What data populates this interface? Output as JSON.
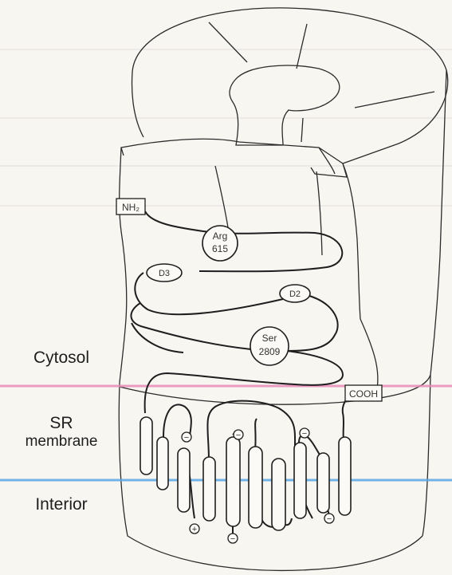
{
  "labels": {
    "cytosol": "Cytosol",
    "sr_line1": "SR",
    "sr_line2": "membrane",
    "interior": "Interior",
    "nh2": "NH₂",
    "cooh": "COOH",
    "arg_1": "Arg",
    "arg_2": "615",
    "ser_1": "Ser",
    "ser_2": "2809",
    "d3": "D3",
    "d2": "D2",
    "minus": "−",
    "plus": "+"
  },
  "colors": {
    "cytosol_line": "#e98bb8",
    "membrane_line": "#5aa8e6",
    "stroke": "#2b2b2b"
  }
}
